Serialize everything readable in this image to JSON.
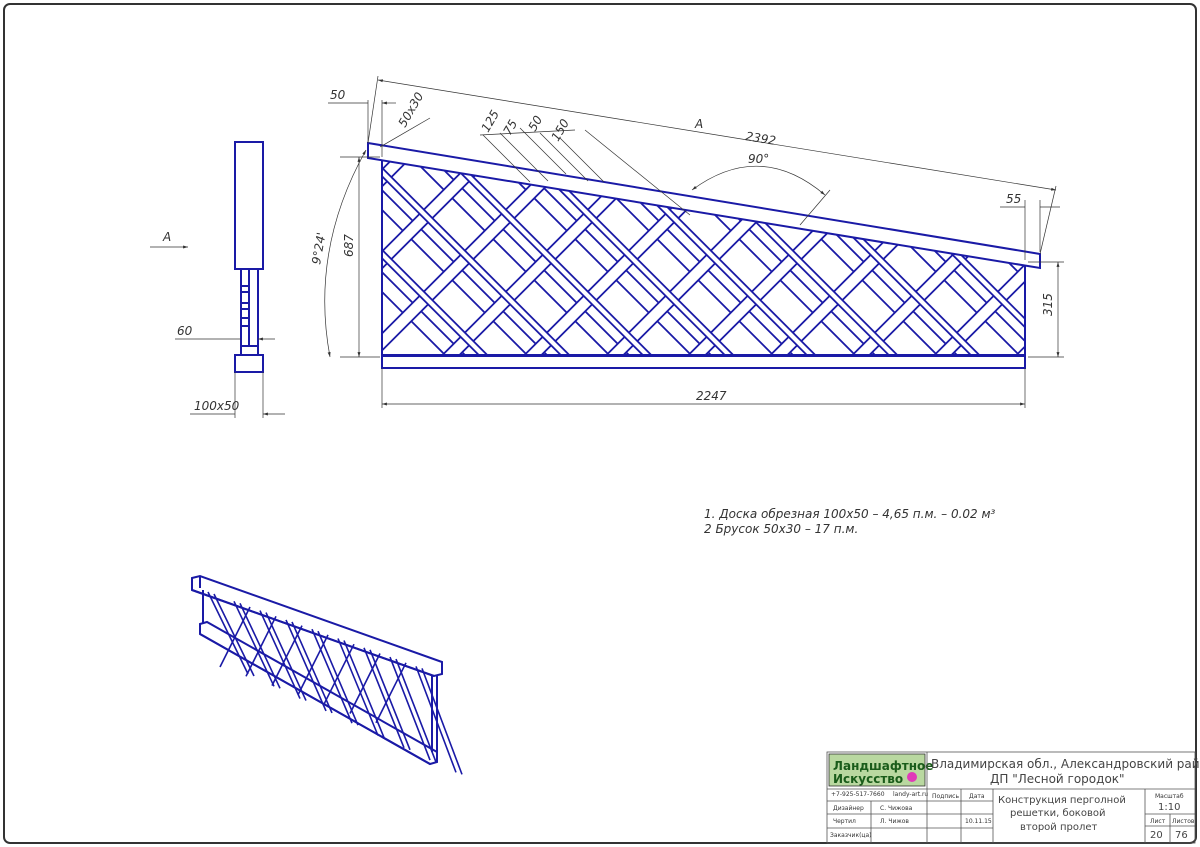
{
  "drawing": {
    "view_label": "A",
    "notes": [
      "1. Доска обрезная 100х50 – 4,65 п.м. – 0.02 м³",
      "2 Брусок 50х30 – 17 п.м."
    ],
    "dimensions": {
      "d50_top": "50",
      "d50x30": "50x30",
      "d125": "125",
      "d75": "75",
      "d50": "50",
      "d150": "150",
      "d2392": "2392",
      "d90": "90°",
      "d55": "55",
      "d9deg": "9°24'",
      "d687": "687",
      "d315": "315",
      "d2247": "2247",
      "d60": "60",
      "d100x50": "100x50"
    }
  },
  "title_block": {
    "logo_line1": "Ландшафтное",
    "logo_line2": "Искусство",
    "contacts_phone": "+7-925-517-7660",
    "contacts_site": "landy-art.ru",
    "address_line1": "Владимирская обл., Александровский район,",
    "address_line2": "ДП \"Лесной городок\"",
    "col_signature": "Подпись",
    "col_date": "Дата",
    "role_designer": "Дизайнер",
    "designer_name": "С. Чижова",
    "role_drafter": "Чертил",
    "drafter_name": "Л. Чижов",
    "date": "10.11.15",
    "role_customer": "Заказчик(ца)",
    "object_title_1": "Конструкция перголной",
    "object_title_2": "решетки, боковой",
    "object_title_3": "второй пролет",
    "scale_label": "Масштаб",
    "scale_value": "1:10",
    "sheet_label": "Лист",
    "sheets_label": "Листов",
    "sheet_value": "20",
    "sheets_value": "76"
  }
}
